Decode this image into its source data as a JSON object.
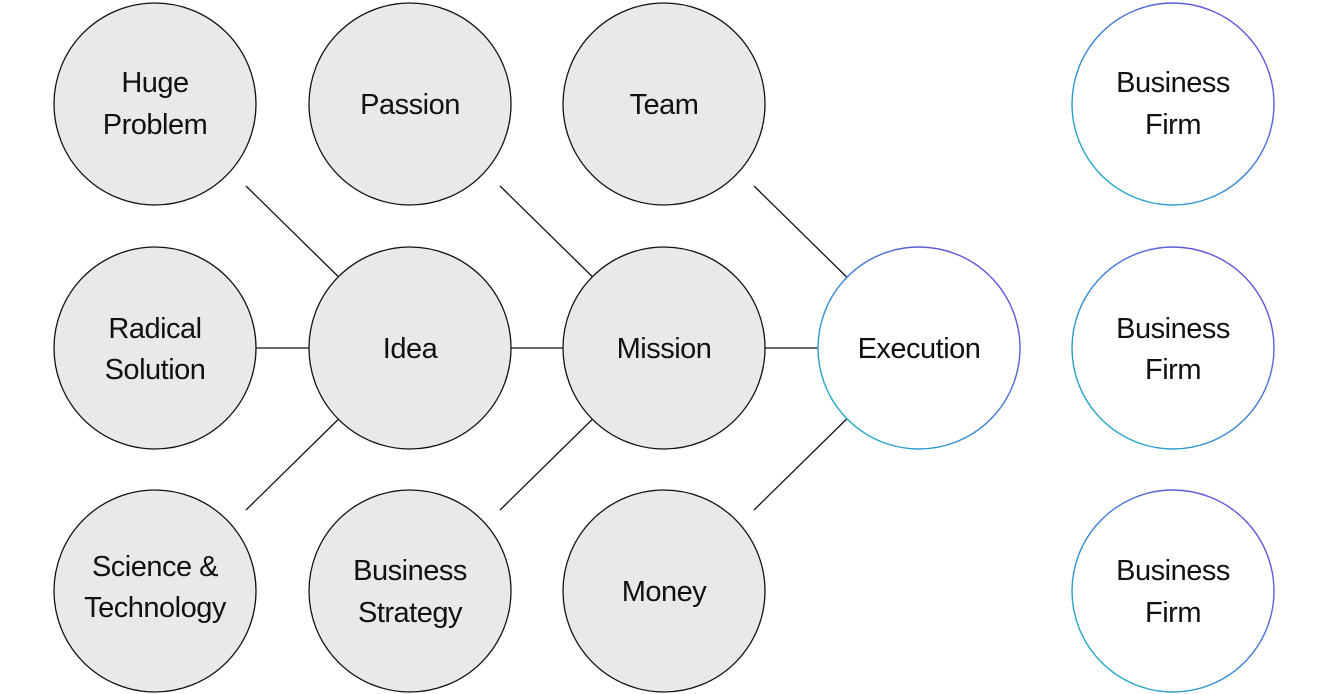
{
  "colors": {
    "node_fill": "#e9e9e9",
    "node_stroke": "#111111",
    "arrow": "#111111",
    "gradient_start": "#1ab8c4",
    "gradient_end": "#7a3fe0",
    "outline_fill": "#ffffff"
  },
  "nodes": {
    "huge_problem": {
      "line1": "Huge",
      "line2": "Problem"
    },
    "passion": {
      "line1": "Passion"
    },
    "team": {
      "line1": "Team"
    },
    "radical_solution": {
      "line1": "Radical",
      "line2": "Solution"
    },
    "idea": {
      "line1": "Idea"
    },
    "mission": {
      "line1": "Mission"
    },
    "execution": {
      "line1": "Execution"
    },
    "science_technology": {
      "line1": "Science &",
      "line2": "Technology"
    },
    "business_strategy": {
      "line1": "Business",
      "line2": "Strategy"
    },
    "money": {
      "line1": "Money"
    },
    "business_firm_1": {
      "line1": "Business",
      "line2": "Firm"
    },
    "business_firm_2": {
      "line1": "Business",
      "line2": "Firm"
    },
    "business_firm_3": {
      "line1": "Business",
      "line2": "Firm"
    }
  },
  "edges": [
    {
      "from": "huge_problem",
      "to": "idea"
    },
    {
      "from": "radical_solution",
      "to": "idea"
    },
    {
      "from": "science_technology",
      "to": "idea"
    },
    {
      "from": "passion",
      "to": "mission"
    },
    {
      "from": "idea",
      "to": "mission"
    },
    {
      "from": "business_strategy",
      "to": "mission"
    },
    {
      "from": "team",
      "to": "execution"
    },
    {
      "from": "mission",
      "to": "execution"
    },
    {
      "from": "money",
      "to": "execution"
    }
  ]
}
